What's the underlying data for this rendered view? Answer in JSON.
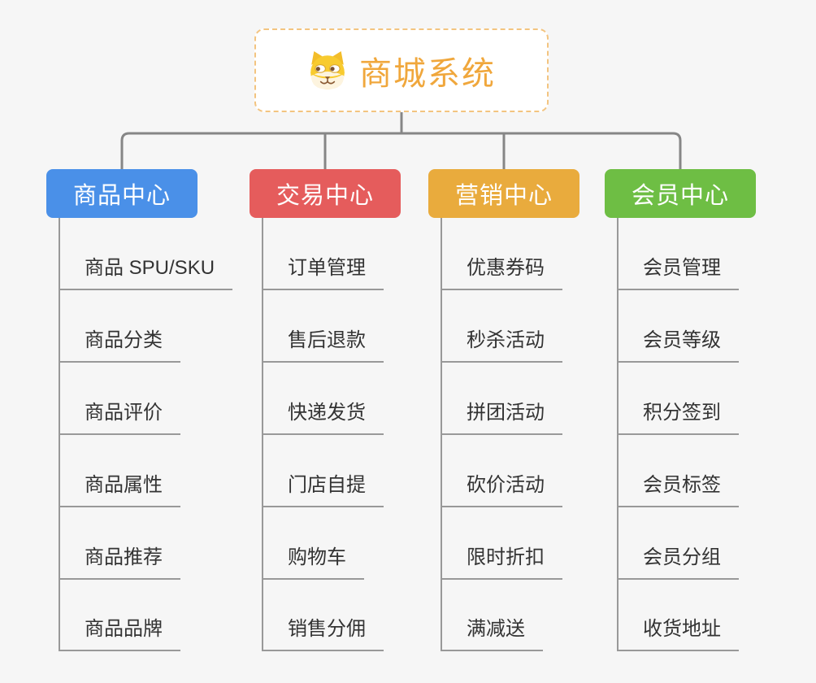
{
  "page": {
    "background": "#f6f6f6"
  },
  "root": {
    "label": "商城系统",
    "icon": "doge-icon",
    "text_color": "#f0a73c",
    "border_color": "#f3c480",
    "fill": "#ffffff"
  },
  "connectors": {
    "tree_line_color": "#868686",
    "leaf_line_color": "#999999"
  },
  "branches": [
    {
      "label": "商品中心",
      "color": "#4a90e8",
      "text_color": "#ffffff",
      "children": [
        "商品 SPU/SKU",
        "商品分类",
        "商品评价",
        "商品属性",
        "商品推荐",
        "商品品牌"
      ]
    },
    {
      "label": "交易中心",
      "color": "#e55c5c",
      "text_color": "#ffffff",
      "children": [
        "订单管理",
        "售后退款",
        "快递发货",
        "门店自提",
        "购物车",
        "销售分佣"
      ]
    },
    {
      "label": "营销中心",
      "color": "#e9ab3d",
      "text_color": "#ffffff",
      "children": [
        "优惠券码",
        "秒杀活动",
        "拼团活动",
        "砍价活动",
        "限时折扣",
        "满减送"
      ]
    },
    {
      "label": "会员中心",
      "color": "#6ebe44",
      "text_color": "#ffffff",
      "children": [
        "会员管理",
        "会员等级",
        "积分签到",
        "会员标签",
        "会员分组",
        "收货地址"
      ]
    }
  ]
}
